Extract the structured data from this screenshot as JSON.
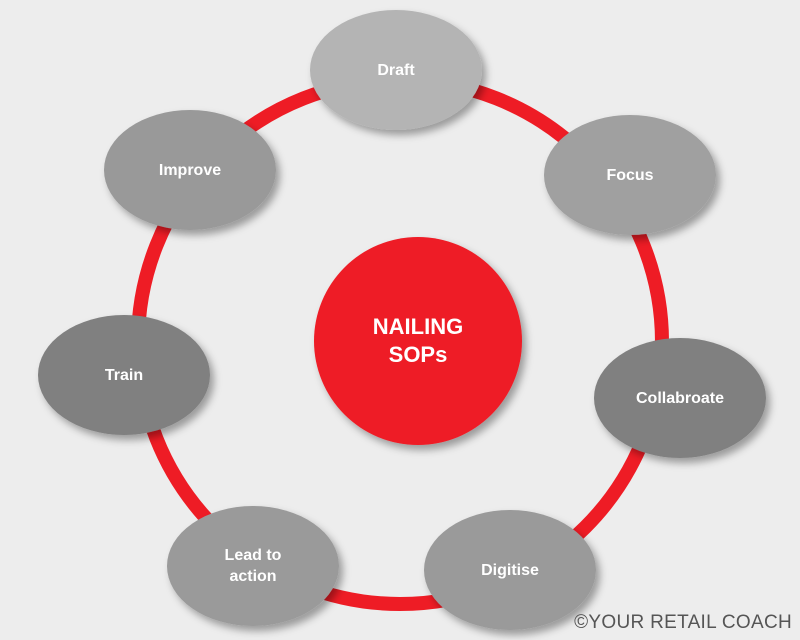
{
  "title": "NAILING SOPs",
  "center": {
    "line1": "NAILING",
    "line2": "SOPs",
    "color": "#ee1c25"
  },
  "ring_color": "#ee1c25",
  "steps": [
    {
      "label": "Draft",
      "color": "#b4b4b4"
    },
    {
      "label": "Focus",
      "color": "#a0a0a0"
    },
    {
      "label": "Collabroate",
      "color": "#808080"
    },
    {
      "label": "Digitise",
      "color": "#9a9a9a"
    },
    {
      "label": "Lead to action",
      "color": "#9a9a9a"
    },
    {
      "label": "Train",
      "color": "#808080"
    },
    {
      "label": "Improve",
      "color": "#999999"
    }
  ],
  "footer": "©YOUR RETAIL COACH"
}
